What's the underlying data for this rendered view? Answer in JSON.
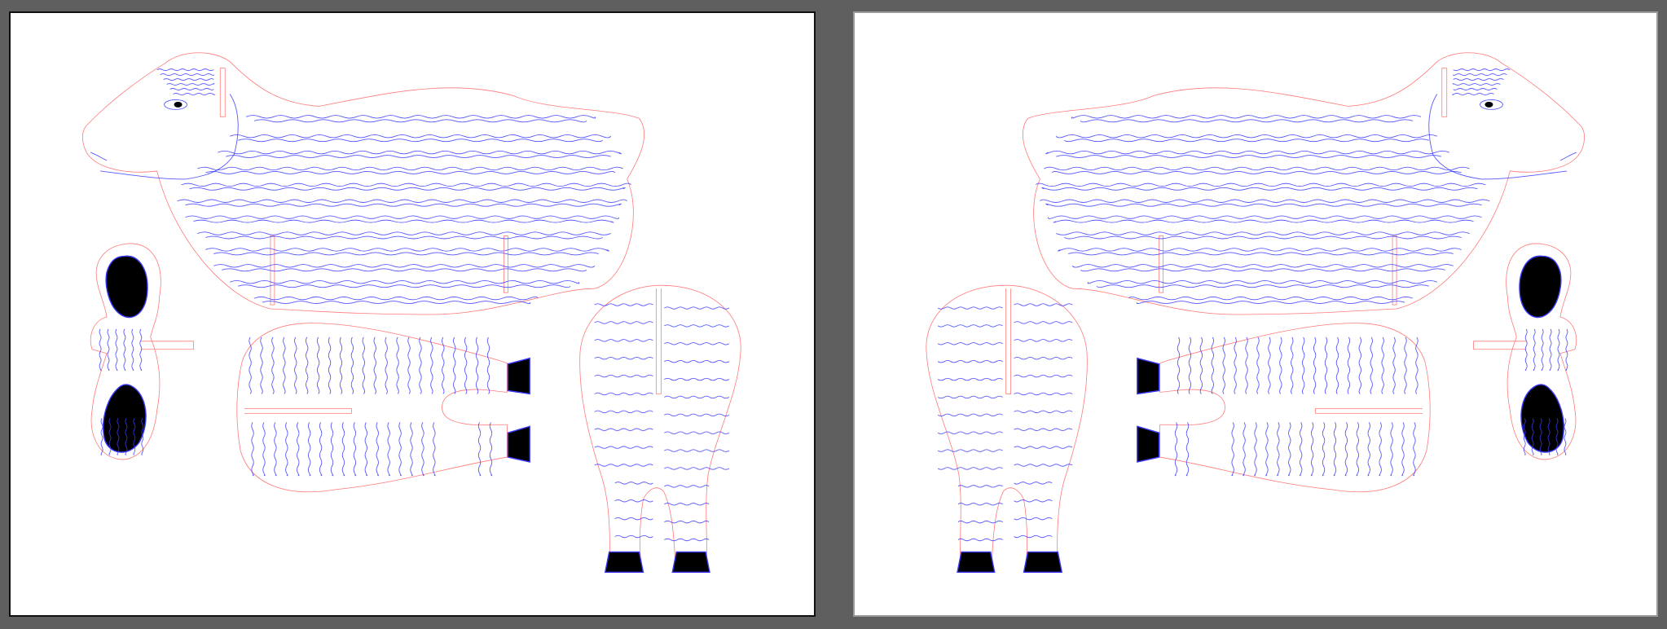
{
  "canvas": {
    "background": "#5f5f5f",
    "artboard_fill": "#ffffff",
    "cut_line_color": "#ff7a7a",
    "engrave_line_color": "#3a3aff",
    "fill_color": "#000000"
  },
  "artboards": [
    {
      "id": "left",
      "orientation": "normal",
      "border_color": "#111111"
    },
    {
      "id": "right",
      "orientation": "mirrored",
      "border_color": "#9a9a9a"
    }
  ],
  "pieces": [
    {
      "name": "sheep-body",
      "icon": "sheep-body-shape"
    },
    {
      "name": "sheep-ears",
      "icon": "ear-pair-shape"
    },
    {
      "name": "sheep-side-legs",
      "icon": "leg-piece-shape"
    },
    {
      "name": "sheep-front-legs",
      "icon": "front-leg-shape"
    }
  ]
}
